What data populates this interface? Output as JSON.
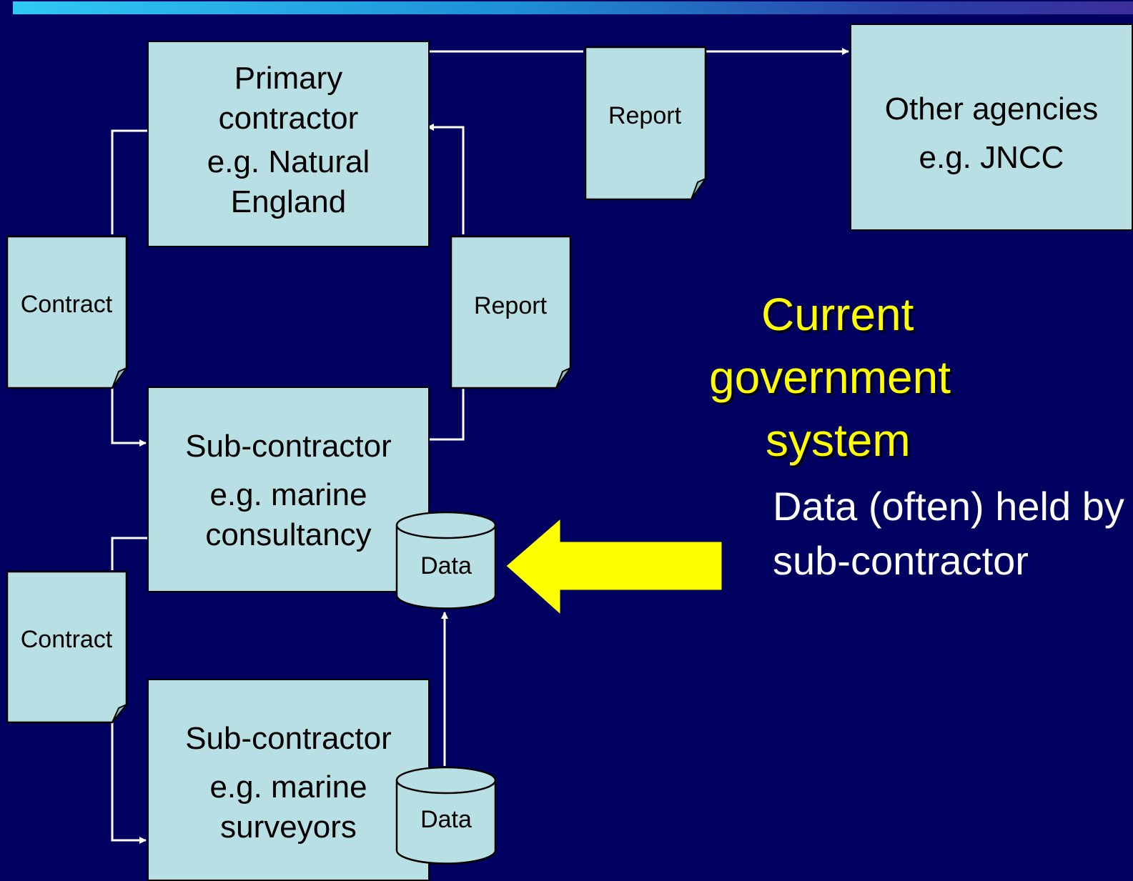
{
  "diagram": {
    "title_lines": [
      "Current",
      "government",
      "system"
    ],
    "note_lines": [
      "Data (often) held by",
      "sub-contractor"
    ],
    "primary": {
      "line1": "Primary",
      "line2": "contractor",
      "line3": "e.g. Natural",
      "line4": "England"
    },
    "other_agencies": {
      "line1": "Other agencies",
      "line2": "e.g. JNCC"
    },
    "sub1": {
      "line1": "Sub-contractor",
      "line2": "e.g. marine",
      "line3": "consultancy"
    },
    "sub2": {
      "line1": "Sub-contractor",
      "line2": "e.g. marine",
      "line3": "surveyors"
    },
    "doc_contract_1": "Contract",
    "doc_contract_2": "Contract",
    "doc_report_1": "Report",
    "doc_report_2": "Report",
    "data_1": "Data",
    "data_2": "Data"
  },
  "colors": {
    "background": "#000060",
    "node_fill": "#b8dfe3",
    "highlight_arrow": "#ffff00",
    "title_text": "#ffff00",
    "connector": "#ffffff"
  }
}
